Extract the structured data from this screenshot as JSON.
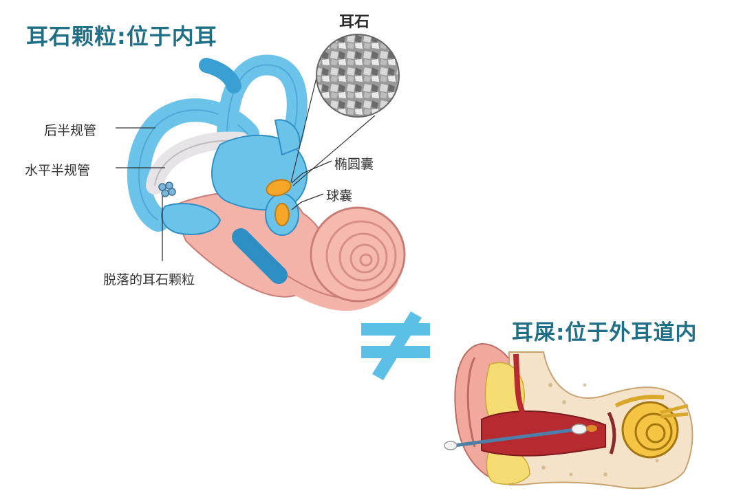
{
  "inner_ear": {
    "title": "耳石颗粒:位于内耳",
    "zoom_label": "耳石",
    "labels": {
      "posterior_canal": "后半规管",
      "horizontal_canal": "水平半规管",
      "utricle": "椭圆囊",
      "saccule": "球囊",
      "dislodged_otoliths": "脱落的耳石颗粒"
    }
  },
  "outer_ear": {
    "title": "耳屎:位于外耳道内"
  },
  "colors": {
    "title": "#1f6f86",
    "canal_blue": "#6cc3ea",
    "canal_dark": "#2d8fc3",
    "cochlea_pink": "#f2a59d",
    "otolith_orange": "#f4a629",
    "not_equal": "#5bbfe6"
  }
}
